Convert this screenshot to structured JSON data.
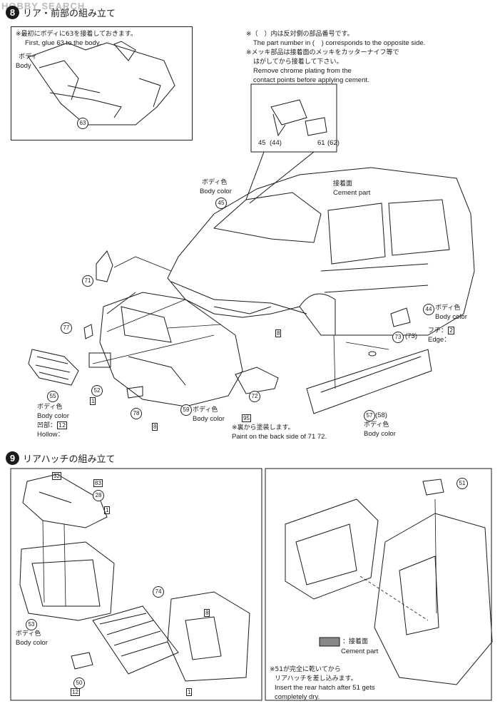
{
  "watermark": "HOBBY SEARCH",
  "step8": {
    "number": "8",
    "title": "リア・前部の組み立て",
    "note_glue_jp": "※最初にボディに63を接着しておきます。",
    "note_glue_en": "First, glue 63 to the body.",
    "body_jp": "ボディ",
    "body_en": "Body",
    "notes_right": [
      "※（　）内は反対側の部品番号です。",
      "The part number in (　) corresponds to the opposite side.",
      "※メッキ部品は接着面のメッキをカッターナイフ等で",
      "はがしてから接着して下さい。",
      "Remove chrome plating from the",
      "contact points before applying cement."
    ],
    "inset_labels": [
      "45",
      "(44)",
      "61",
      "(62)"
    ],
    "body_color_jp": "ボディ色",
    "body_color_en": "Body color",
    "cement_jp": "接着面",
    "cement_en": "Cement part",
    "edge_jp": "フチ：",
    "edge_en": "Edge：",
    "hollow_jp": "凹部：",
    "hollow_en": "Hollow：",
    "paint_back_jp": "※裏から塗装します。",
    "paint_back_en": "Paint on the back side of 71 72.",
    "parts": {
      "p63": "63",
      "p45": "45",
      "p71": "71",
      "p77": "77",
      "p55": "55",
      "p52": "52",
      "p78": "78",
      "p59": "59",
      "p72": "72",
      "p44": "44",
      "p73": "73",
      "p73b": "(73)",
      "p57": "57",
      "p58": "(58)"
    },
    "ph_codes": [
      "8",
      "1",
      "12",
      "8",
      "95",
      "2"
    ]
  },
  "step9": {
    "number": "9",
    "title": "リアハッチの組み立て",
    "parts": {
      "p28": "28",
      "p53": "53",
      "p74": "74",
      "p50": "50",
      "p51": "51"
    },
    "ph_codes": [
      "32",
      "83",
      "1",
      "8",
      "12",
      "1"
    ],
    "body_color_jp": "ボディ色",
    "body_color_en": "Body color",
    "legend_jp": "：接着面",
    "legend_en": "Cement part",
    "note_jp_1": "※51が完全に乾いてから",
    "note_jp_2": "リアハッチを差し込みます。",
    "note_en_1": "Insert the rear hatch after 51 gets",
    "note_en_2": "completely dry."
  }
}
